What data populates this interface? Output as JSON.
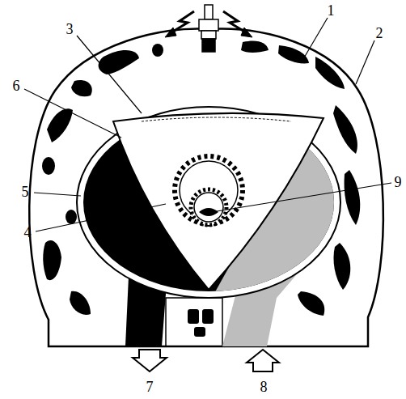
{
  "diagram": {
    "labels": [
      "3",
      "1",
      "2",
      "6",
      "9",
      "5",
      "4",
      "7",
      "8"
    ]
  }
}
